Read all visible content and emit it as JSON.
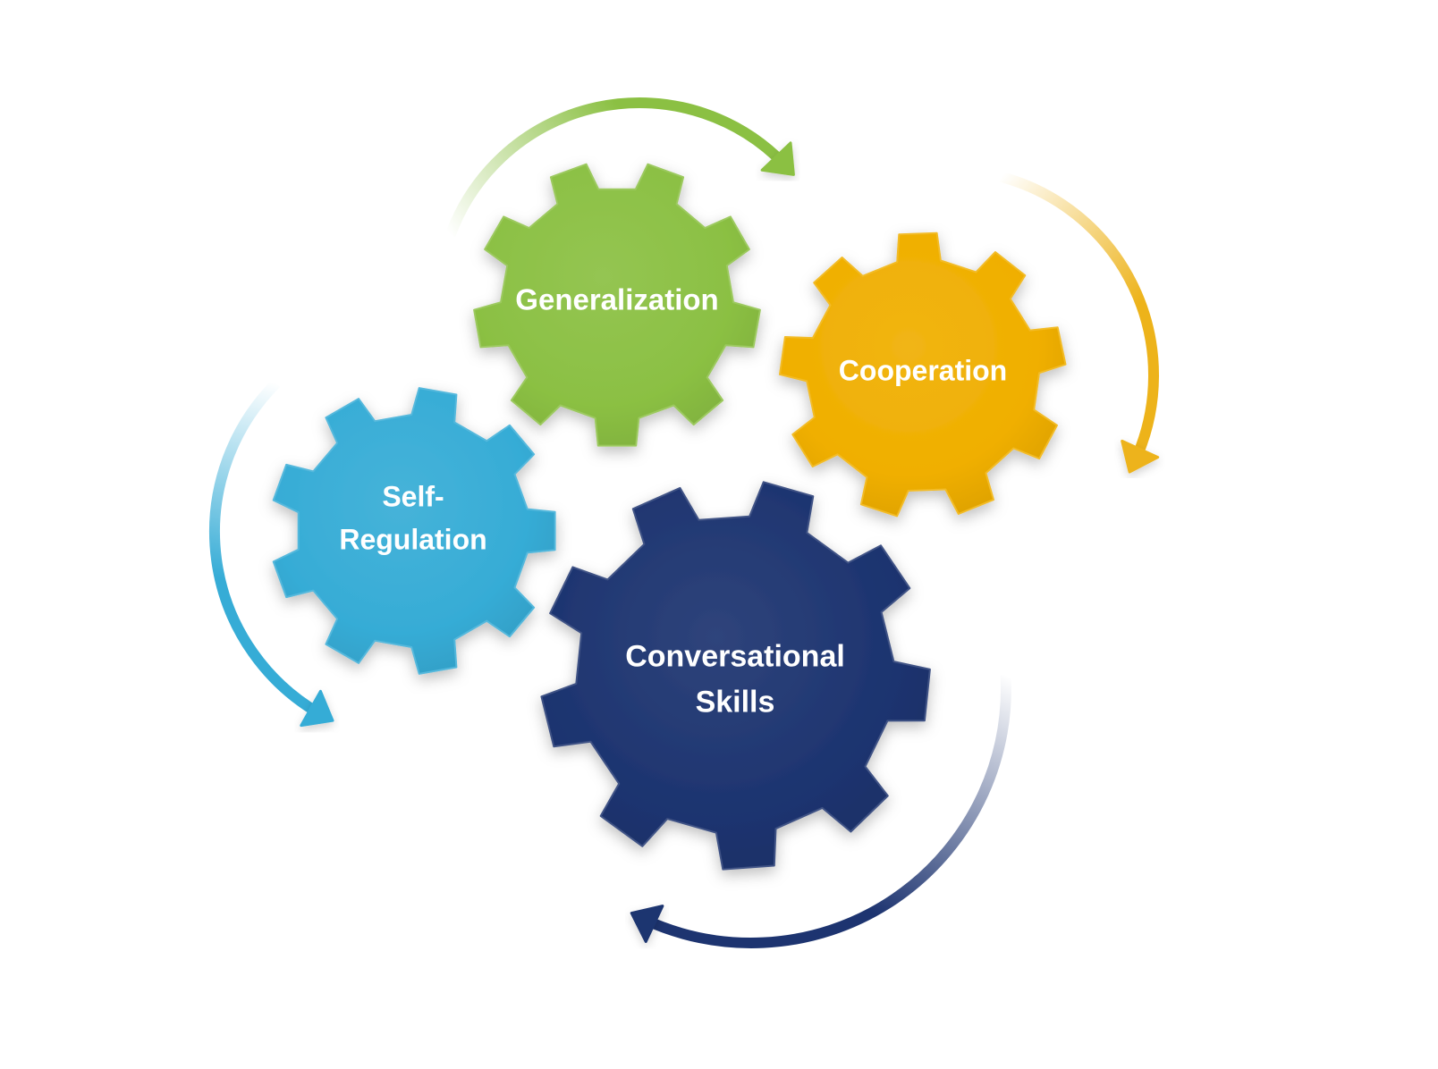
{
  "gears": [
    {
      "id": "generalization",
      "label_lines": [
        "Generalization"
      ],
      "color": "#8BC043",
      "arrow_color": "#8BC043"
    },
    {
      "id": "cooperation",
      "label_lines": [
        "Cooperation"
      ],
      "color": "#F0AF00",
      "arrow_color": "#EDB31A"
    },
    {
      "id": "self-regulation",
      "label_lines": [
        "Self-",
        "Regulation"
      ],
      "color": "#36ACD6",
      "arrow_color": "#36ACD6"
    },
    {
      "id": "conversational-skills",
      "label_lines": [
        "Conversational",
        "Skills"
      ],
      "color": "#1D3470",
      "arrow_color": "#1D3470"
    }
  ]
}
